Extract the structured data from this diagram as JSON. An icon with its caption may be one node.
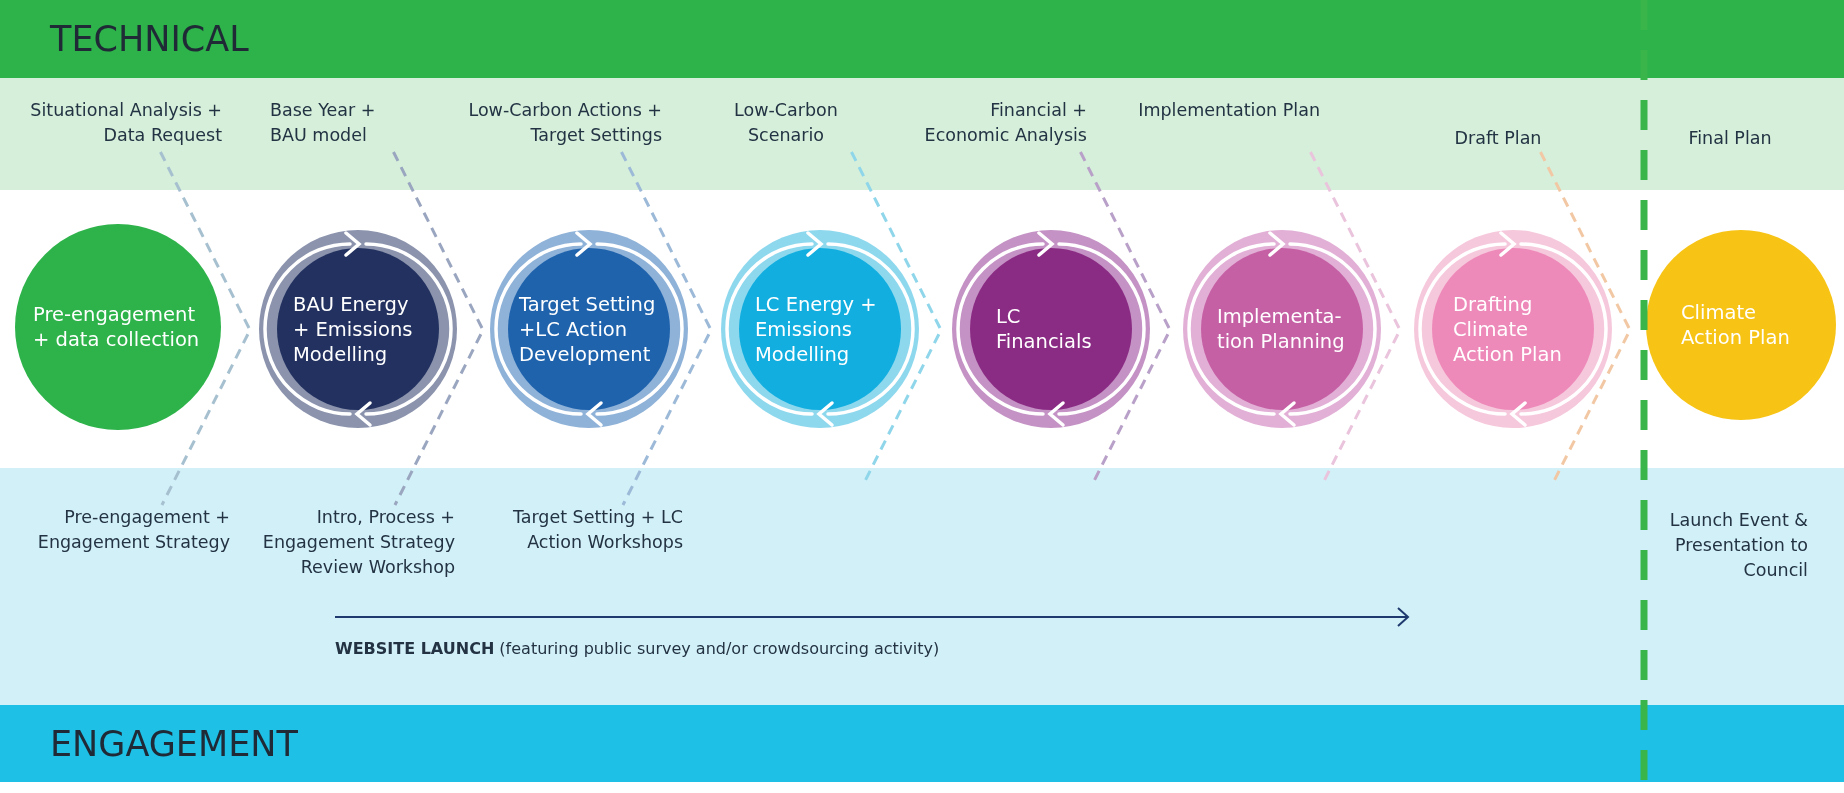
{
  "diagram": {
    "nodes": [
      {
        "text": [
          "TECHNICAL"
        ]
      },
      {
        "text": [
          "Situational Analysis + Data Request"
        ]
      },
      {
        "text": [
          "Base Year + BAU model"
        ]
      },
      {
        "text": [
          "Low-Carbon Actions + Target Settings"
        ]
      },
      {
        "text": [
          "Low-Carbon Scenario"
        ]
      },
      {
        "text": [
          "Financial + Economic Analysis"
        ]
      },
      {
        "text": [
          "Implementation Plan"
        ]
      },
      {
        "text": [
          "Draft Plan"
        ]
      },
      {
        "text": [
          "Pre-engagement + data collection"
        ]
      },
      {
        "text": [
          "BAU Energy + Emissions Modelling"
        ]
      },
      {
        "text": [
          "Target Setting +LC Action Development"
        ]
      },
      {
        "text": [
          "LC Energy + Emissions Modelling"
        ]
      },
      {
        "text": [
          "LC Financials"
        ]
      },
      {
        "text": [
          "Implementa-tion Planning"
        ]
      },
      {
        "text": [
          "Drafting Climate Action Plan"
        ]
      },
      {
        "text": [
          "Climate Action Plan"
        ]
      },
      {
        "text": [
          "Pre-engagement + Engagement Strategy"
        ]
      },
      {
        "text": [
          "Intro, Process + Engagement Strategy Review Workshop"
        ]
      },
      {
        "text": [
          "Target Setting + LC Action Workshops"
        ]
      },
      {
        "text": [
          "ENGAGEMENT"
        ]
      }
    ],
    "edges": [
      {
        "from": 1,
        "to": 16,
        "arrow": "none",
        "style": "dashed",
        "color": "#a6c0d0"
      },
      {
        "from": 2,
        "to": 17,
        "arrow": "none",
        "style": "dashed",
        "color": "#9aa6bf"
      },
      {
        "from": 3,
        "to": 18,
        "arrow": "none",
        "style": "dashed",
        "color": "#9cb9d8"
      },
      {
        "from": 4,
        "to": null,
        "arrow": "none",
        "style": "dashed",
        "color": "#8fd6ea"
      },
      {
        "from": 5,
        "to": null,
        "arrow": "none",
        "style": "dashed",
        "color": "#b8a0c8"
      },
      {
        "from": 6,
        "to": null,
        "arrow": "none",
        "style": "dashed",
        "color": "#eac4dc"
      },
      {
        "from": 7,
        "to": null,
        "arrow": "none",
        "style": "dashed",
        "color": "#f2c8a4"
      }
    ],
    "labels": [
      "Final Plan",
      "Launch Event & Presentation to Council",
      "**WEBSITE LAUNCH** (featuring public survey and/or crowdsourcing activity)"
    ]
  }
}
